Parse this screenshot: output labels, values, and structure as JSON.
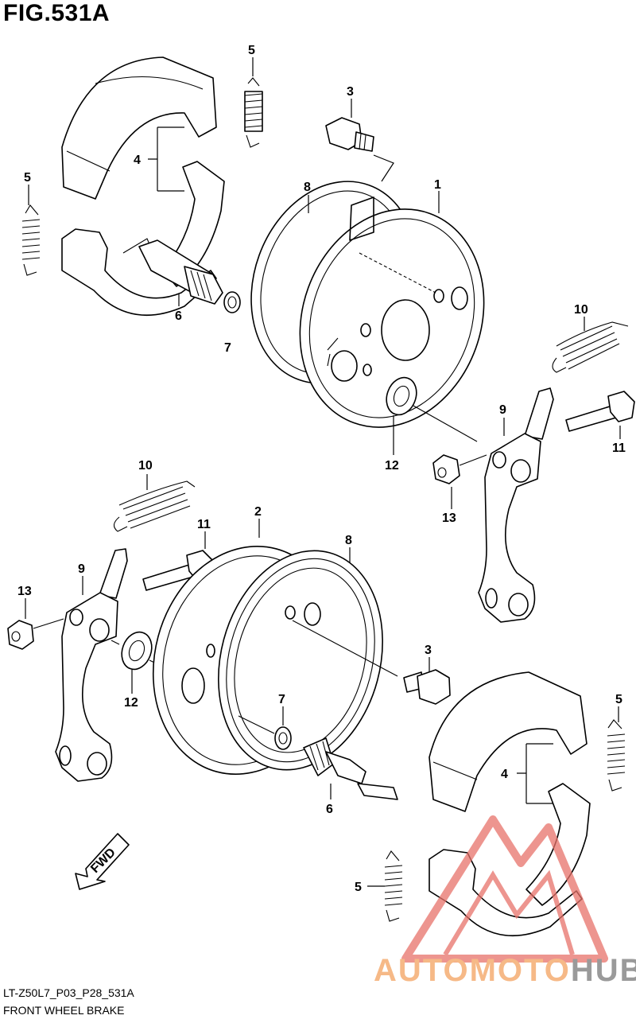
{
  "figure": {
    "title": "FIG.531A",
    "reference_code": "LT-Z50L7_P03_P28_531A",
    "caption": "FRONT WHEEL BRAKE"
  },
  "callouts": {
    "c1": "1",
    "c2": "2",
    "c3a": "3",
    "c3b": "3",
    "c4a": "4",
    "c4b": "4",
    "c5a": "5",
    "c5b": "5",
    "c5c": "5",
    "c5d": "5",
    "c6a": "6",
    "c6b": "6",
    "c7a": "7",
    "c7b": "7",
    "c8a": "8",
    "c8b": "8",
    "c9a": "9",
    "c9b": "9",
    "c10a": "10",
    "c10b": "10",
    "c11a": "11",
    "c11b": "11",
    "c12a": "12",
    "c12b": "12",
    "c13a": "13",
    "c13b": "13"
  },
  "direction_arrow": {
    "label": "FWD"
  },
  "watermark": {
    "part1": "AUTOMOTO",
    "part2": "HUB",
    "colors": {
      "logo": "#e8726a",
      "text_a": "#f6b987",
      "text_b": "#9a9a9a"
    }
  }
}
